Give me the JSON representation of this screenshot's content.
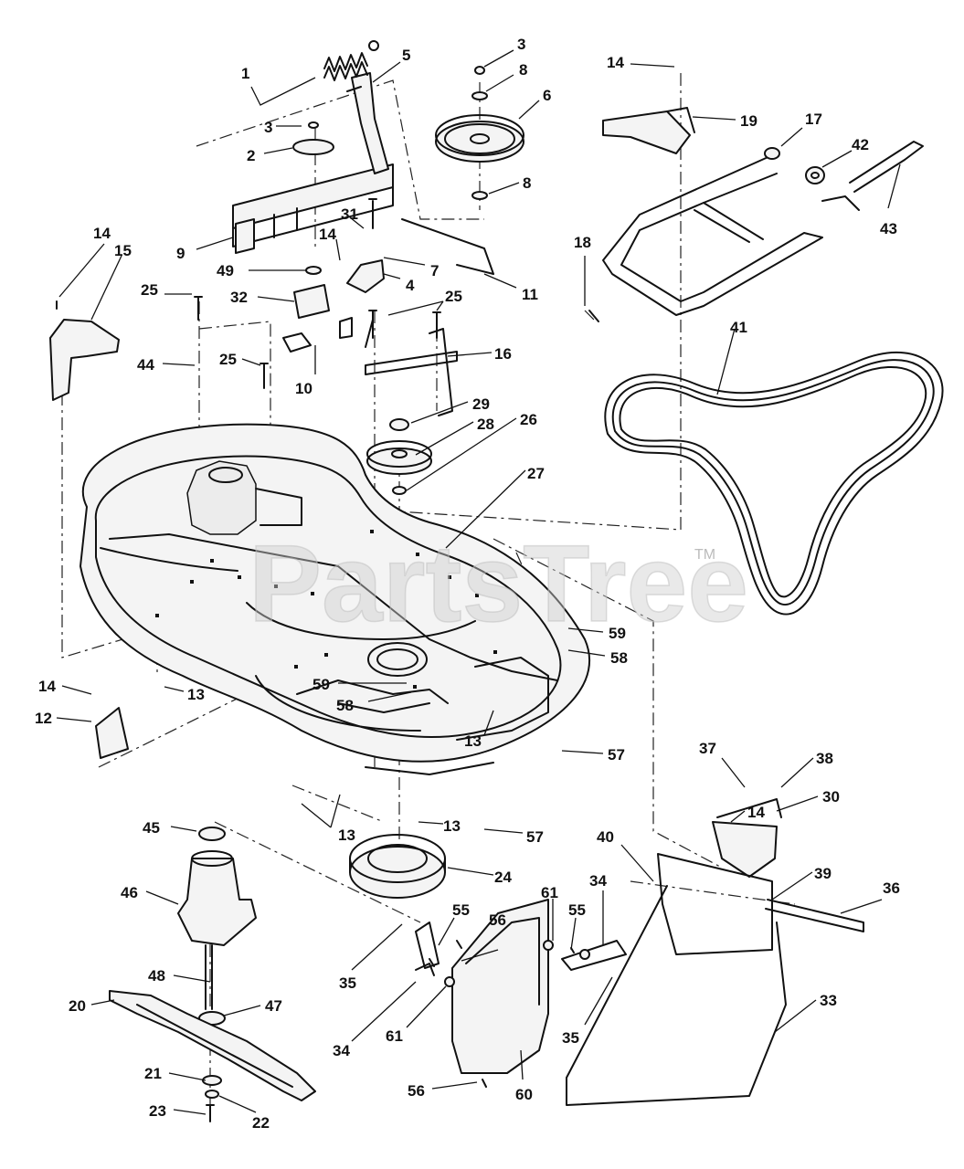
{
  "watermark": {
    "text": "PartsTree",
    "trademark": "TM"
  },
  "callouts": [
    {
      "id": "c1",
      "label": "1"
    },
    {
      "id": "c3a",
      "label": "3"
    },
    {
      "id": "c2",
      "label": "2"
    },
    {
      "id": "c5",
      "label": "5"
    },
    {
      "id": "c3b",
      "label": "3"
    },
    {
      "id": "c8a",
      "label": "8"
    },
    {
      "id": "c6",
      "label": "6"
    },
    {
      "id": "c8b",
      "label": "8"
    },
    {
      "id": "c14a",
      "label": "14"
    },
    {
      "id": "c19",
      "label": "19"
    },
    {
      "id": "c17",
      "label": "17"
    },
    {
      "id": "c42",
      "label": "42"
    },
    {
      "id": "c43",
      "label": "43"
    },
    {
      "id": "c9",
      "label": "9"
    },
    {
      "id": "c31",
      "label": "31"
    },
    {
      "id": "c14b",
      "label": "14"
    },
    {
      "id": "c7",
      "label": "7"
    },
    {
      "id": "c14c",
      "label": "14"
    },
    {
      "id": "c15",
      "label": "15"
    },
    {
      "id": "c49",
      "label": "49"
    },
    {
      "id": "c4",
      "label": "4"
    },
    {
      "id": "c11",
      "label": "11"
    },
    {
      "id": "c18",
      "label": "18"
    },
    {
      "id": "c25a",
      "label": "25"
    },
    {
      "id": "c32",
      "label": "32"
    },
    {
      "id": "c25b",
      "label": "25"
    },
    {
      "id": "c41",
      "label": "41"
    },
    {
      "id": "c44",
      "label": "44"
    },
    {
      "id": "c25c",
      "label": "25"
    },
    {
      "id": "c10",
      "label": "10"
    },
    {
      "id": "c16",
      "label": "16"
    },
    {
      "id": "c29",
      "label": "29"
    },
    {
      "id": "c28",
      "label": "28"
    },
    {
      "id": "c26",
      "label": "26"
    },
    {
      "id": "c27",
      "label": "27"
    },
    {
      "id": "c59a",
      "label": "59"
    },
    {
      "id": "c58a",
      "label": "58"
    },
    {
      "id": "c14d",
      "label": "14"
    },
    {
      "id": "c13a",
      "label": "13"
    },
    {
      "id": "c59b",
      "label": "59"
    },
    {
      "id": "c12",
      "label": "12"
    },
    {
      "id": "c58b",
      "label": "58"
    },
    {
      "id": "c13b",
      "label": "13"
    },
    {
      "id": "c57a",
      "label": "57"
    },
    {
      "id": "c37",
      "label": "37"
    },
    {
      "id": "c38",
      "label": "38"
    },
    {
      "id": "c30",
      "label": "30"
    },
    {
      "id": "c14e",
      "label": "14"
    },
    {
      "id": "c45",
      "label": "45"
    },
    {
      "id": "c13c",
      "label": "13"
    },
    {
      "id": "c13d",
      "label": "13"
    },
    {
      "id": "c57b",
      "label": "57"
    },
    {
      "id": "c40",
      "label": "40"
    },
    {
      "id": "c24",
      "label": "24"
    },
    {
      "id": "c34a",
      "label": "34"
    },
    {
      "id": "c39",
      "label": "39"
    },
    {
      "id": "c36",
      "label": "36"
    },
    {
      "id": "c46",
      "label": "46"
    },
    {
      "id": "c55a",
      "label": "55"
    },
    {
      "id": "c56a",
      "label": "56"
    },
    {
      "id": "c61a",
      "label": "61"
    },
    {
      "id": "c55b",
      "label": "55"
    },
    {
      "id": "c35a",
      "label": "35"
    },
    {
      "id": "c48",
      "label": "48"
    },
    {
      "id": "c33",
      "label": "33"
    },
    {
      "id": "c20",
      "label": "20"
    },
    {
      "id": "c47",
      "label": "47"
    },
    {
      "id": "c34b",
      "label": "34"
    },
    {
      "id": "c61b",
      "label": "61"
    },
    {
      "id": "c35b",
      "label": "35"
    },
    {
      "id": "c21",
      "label": "21"
    },
    {
      "id": "c56b",
      "label": "56"
    },
    {
      "id": "c60",
      "label": "60"
    },
    {
      "id": "c23",
      "label": "23"
    },
    {
      "id": "c22",
      "label": "22"
    }
  ]
}
